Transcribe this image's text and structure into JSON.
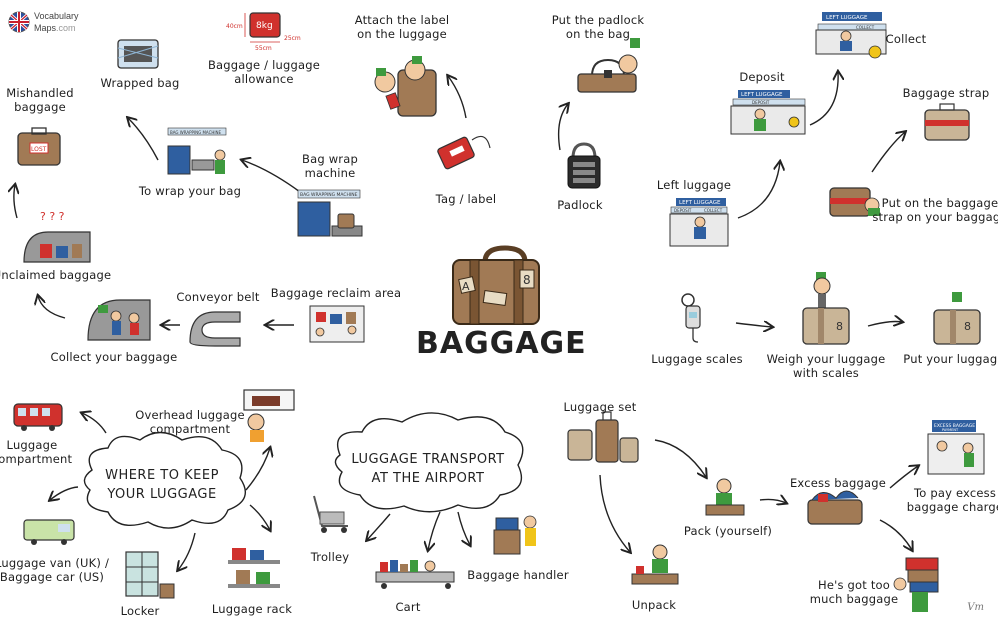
{
  "logo": {
    "line1": "Vocabulary",
    "line2a": "Maps",
    "line2b": ".com"
  },
  "center": {
    "title": "BAGGAGE"
  },
  "clouds": {
    "keep_line1": "WHERE TO KEEP",
    "keep_line2": "YOUR LUGGAGE",
    "transport_line1": "LUGGAGE TRANSPORT",
    "transport_line2": "AT THE AIRPORT"
  },
  "labels": {
    "mishandled_1": "Mishandled",
    "mishandled_2": "baggage",
    "wrapped_bag": "Wrapped bag",
    "allowance_1": "Baggage / luggage",
    "allowance_2": "allowance",
    "attach_1": "Attach the label",
    "attach_2": "on the luggage",
    "padlock_put_1": "Put the padlock",
    "padlock_put_2": "on the bag",
    "collect": "Collect",
    "deposit": "Deposit",
    "strap": "Baggage strap",
    "to_wrap": "To wrap your bag",
    "wrap_machine_1": "Bag wrap",
    "wrap_machine_2": "machine",
    "tag": "Tag / label",
    "padlock": "Padlock",
    "left_luggage": "Left luggage",
    "put_strap_1": "Put on the baggage",
    "put_strap_2": "strap on your baggage",
    "unclaimed": "Unclaimed baggage",
    "conveyor": "Conveyor belt",
    "reclaim": "Baggage reclaim area",
    "collect_yours": "Collect your baggage",
    "scales": "Luggage scales",
    "weigh_1": "Weigh your luggage",
    "weigh_2": "with scales",
    "put_luggage": "Put your luggage",
    "compartment_1": "Luggage",
    "compartment_2": "compartment",
    "overhead_1": "Overhead luggage",
    "overhead_2": "compartment",
    "luggage_set": "Luggage set",
    "van_1": "Luggage van (UK) /",
    "van_2": "Baggage car (US)",
    "trolley": "Trolley",
    "cart": "Cart",
    "handler": "Baggage handler",
    "pack": "Pack (yourself)",
    "excess": "Excess baggage",
    "pay_1": "To pay excess",
    "pay_2": "baggage charge",
    "locker": "Locker",
    "rack": "Luggage rack",
    "unpack": "Unpack",
    "toomuch_1": "He's got too",
    "toomuch_2": "much baggage"
  },
  "signs": {
    "wrap_sign": "BAG WRAPPING MACHINE",
    "left_luggage_sign": "LEFT LUGGAGE",
    "deposit_word": "DEPOSIT",
    "collect_word": "COLLECT",
    "excess_sign": "EXCESS BAGGAGE",
    "excess_sub": "PAYMENT",
    "kg": "8kg",
    "dim_h": "40cm",
    "dim_d": "25cm",
    "dim_w": "55cm",
    "lost": "LOST",
    "qmarks": "? ? ?",
    "case_num": "8",
    "case_a": "A"
  },
  "signature": "Vm",
  "colors": {
    "leather": "#a17a55",
    "leather_dark": "#6b4a2c",
    "case_tan": "#c9b597",
    "red": "#d0312d",
    "blue": "#2f5fa0",
    "green": "#3e9a3e",
    "skin": "#f1c9a0",
    "yellow": "#f0c419",
    "grey": "#9a9a9a"
  }
}
